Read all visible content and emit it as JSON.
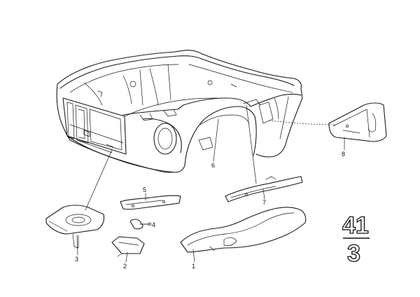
{
  "callouts": {
    "p1": "1",
    "p2": "2",
    "p3": "3",
    "p4": "4",
    "p5": "5",
    "p6": "6",
    "p7": "7",
    "p8": "8"
  },
  "group_badge": {
    "top": "41",
    "bottom": "3"
  },
  "colors": {
    "line": "#1a1a1a",
    "background": "#ffffff"
  }
}
